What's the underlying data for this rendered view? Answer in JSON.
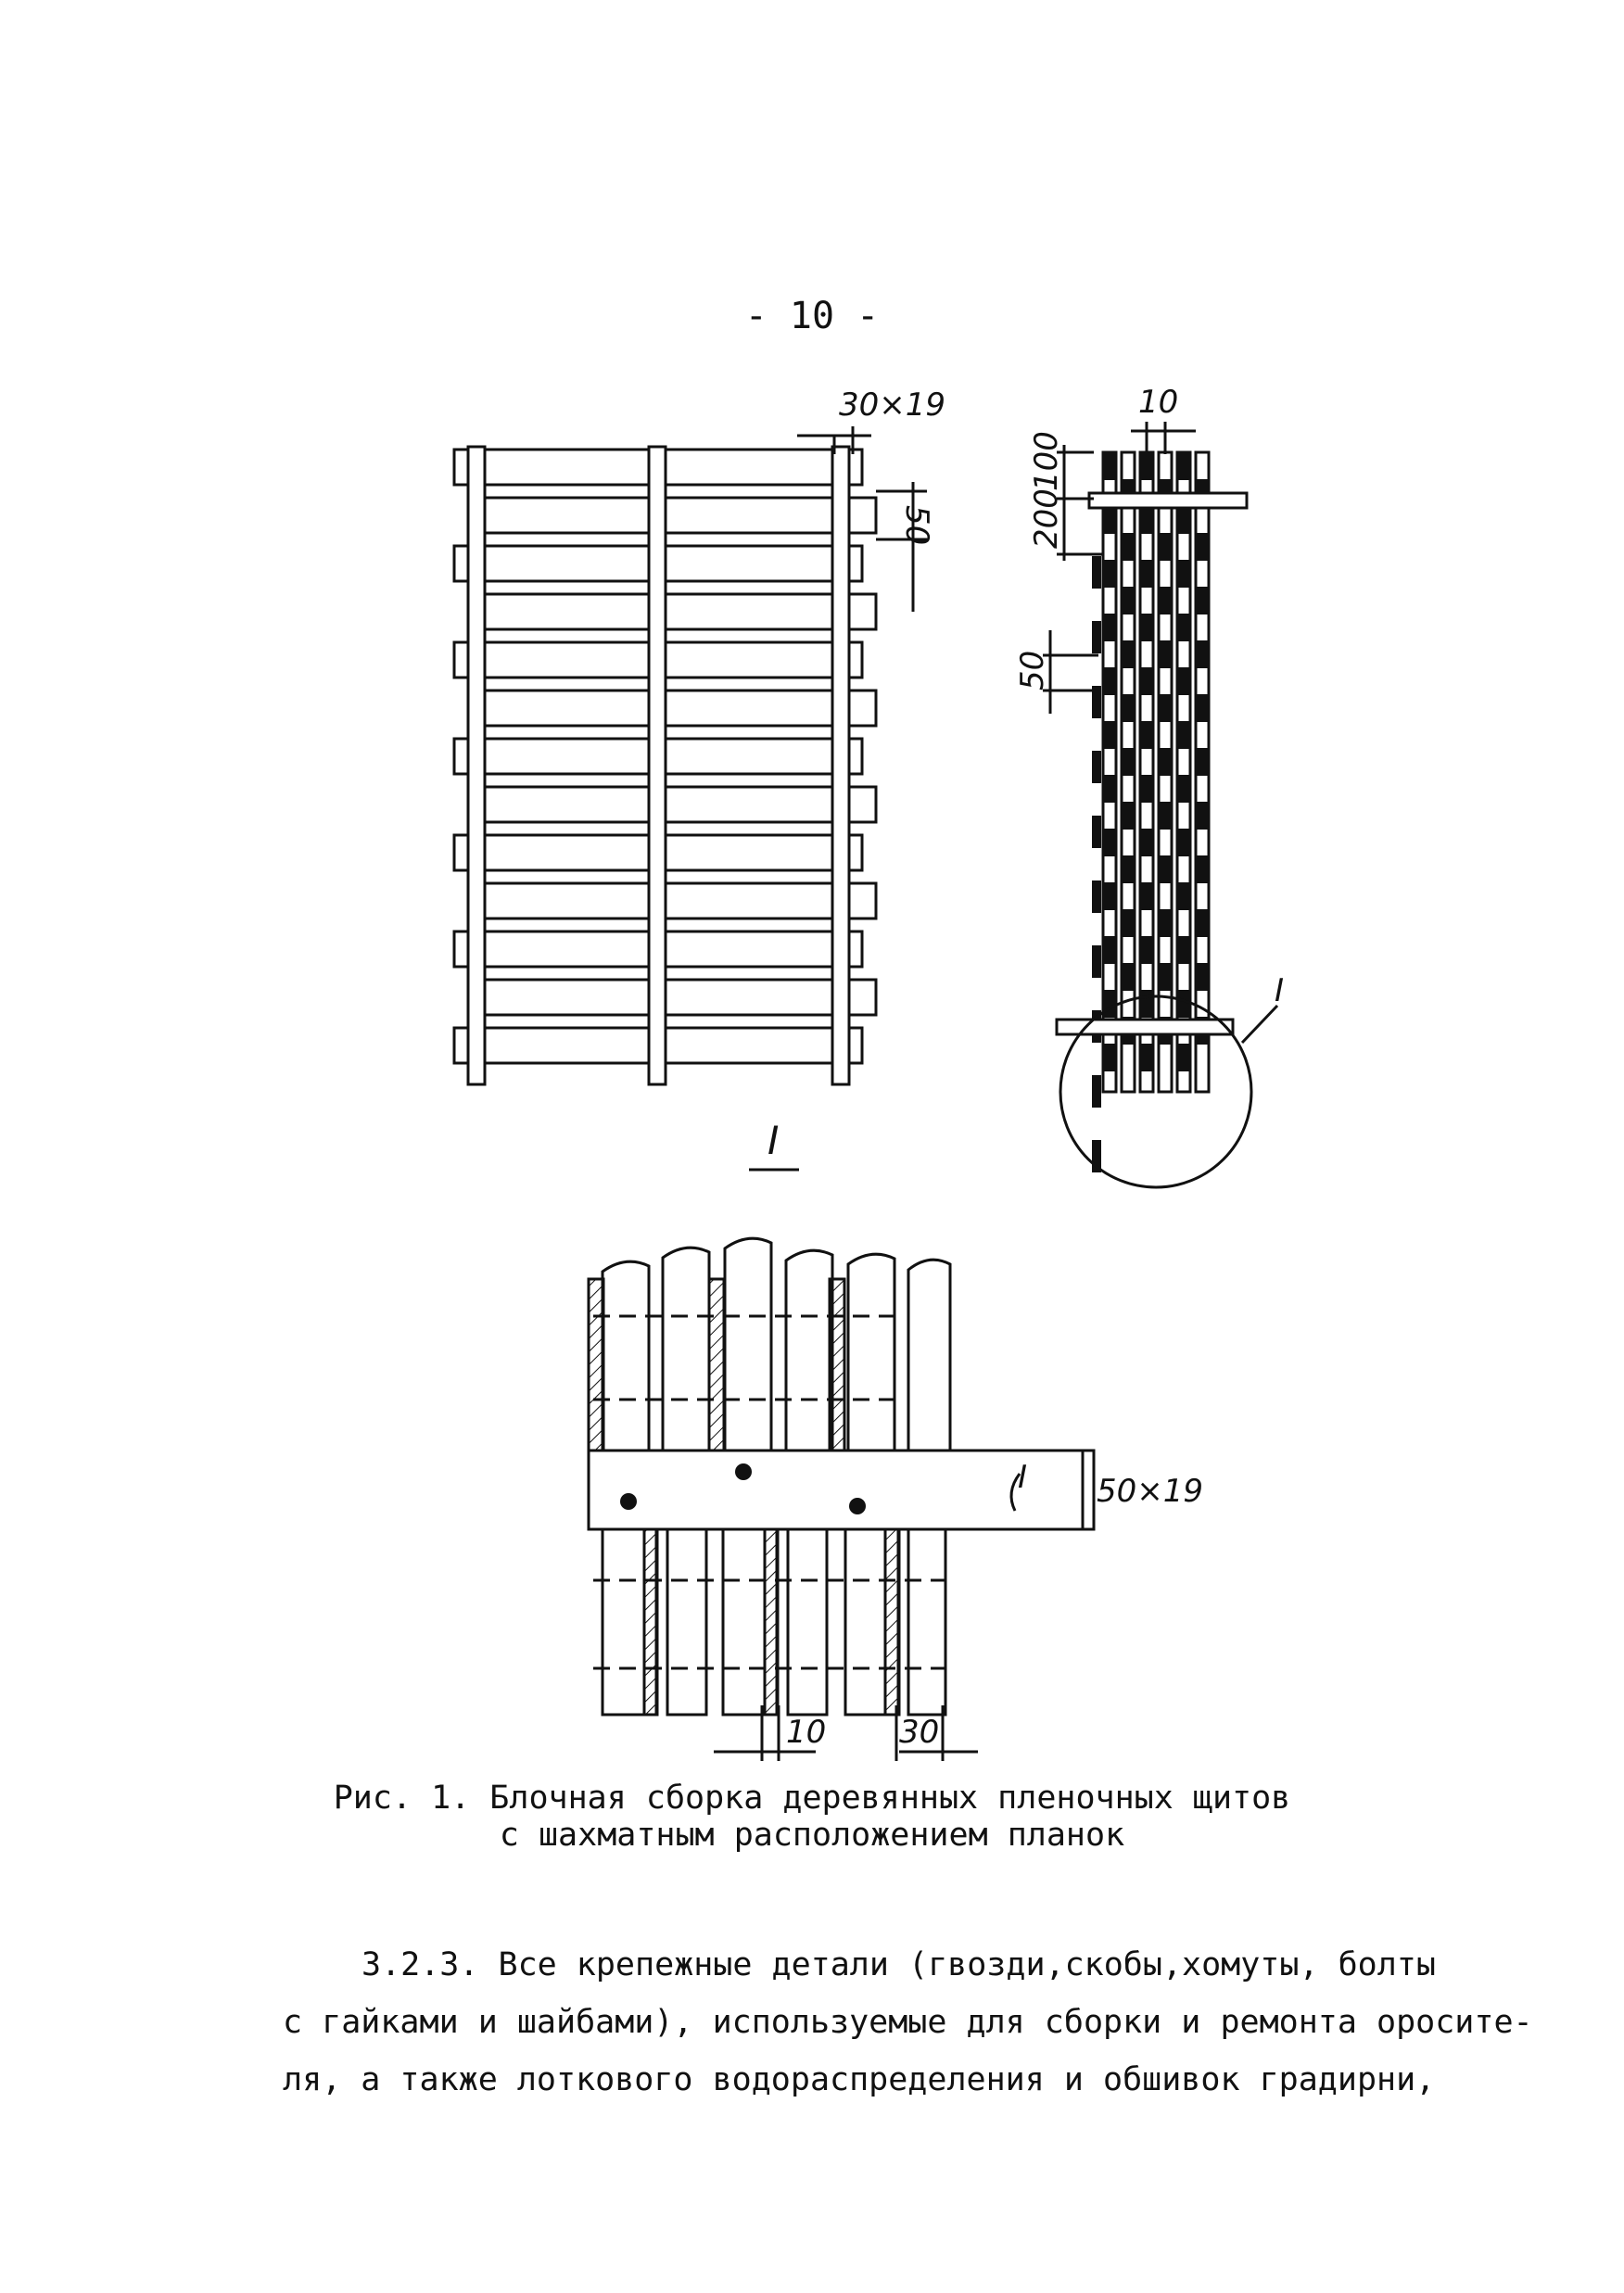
{
  "page_number": "- 10 -",
  "figure": {
    "dims": {
      "top_left_lath": "30×19",
      "top_left_pitch": "50",
      "top_right_gap": "10",
      "top_right_100": "100",
      "top_right_200": "200",
      "top_right_50": "50",
      "detail_marker": "I",
      "detail_title": "I",
      "bar_size": "50×19",
      "bar_break": "I",
      "bottom_10": "10",
      "bottom_30": "30"
    },
    "caption_line1": "Рис. 1. Блочная сборка деревянных пленочных щитов",
    "caption_line2": "с шахматным расположением планок"
  },
  "text": {
    "line1": "3.2.3. Все крепежные детали (гвозди,скобы,хомуты, болты",
    "line2": "с гайками и шайбами), используемые для сборки и ремонта оросите-",
    "line3": "ля, а также лоткового водораспределения и обшивок градирни,"
  }
}
